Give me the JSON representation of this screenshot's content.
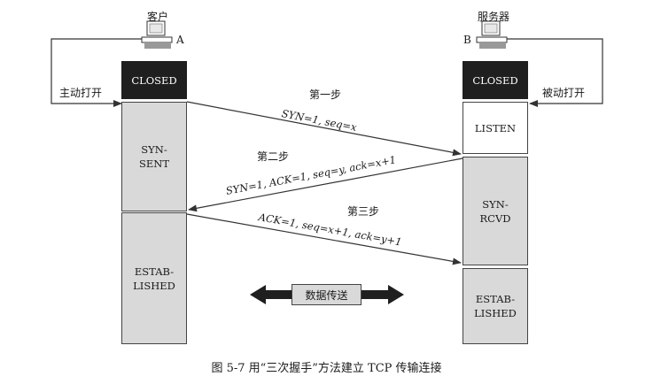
{
  "client": {
    "name": "客户",
    "tag": "A",
    "action": "主动打开"
  },
  "server": {
    "name": "服务器",
    "tag": "B",
    "action": "被动打开"
  },
  "states": {
    "client_closed": "CLOSED",
    "client_syn_sent": "SYN-\nSENT",
    "client_established": "ESTAB-\nLISHED",
    "server_closed": "CLOSED",
    "server_listen": "LISTEN",
    "server_syn_rcvd": "SYN-\nRCVD",
    "server_established": "ESTAB-\nLISHED"
  },
  "steps": [
    {
      "label": "第一步",
      "message": "SYN=1, seq=x"
    },
    {
      "label": "第二步",
      "message": "SYN=1, ACK=1, seq=y, ack=x+1"
    },
    {
      "label": "第三步",
      "message": "ACK=1, seq=x+1, ack=y+1"
    }
  ],
  "data_transfer": "数据传送",
  "caption": "图 5-7   用“三次握手”方法建立 TCP 传输连接",
  "colors": {
    "dark_box": "#1f1f1f",
    "grey_box": "#d9d9d9",
    "line": "#333333"
  },
  "icons": [
    "computer-icon-client",
    "computer-icon-server"
  ]
}
